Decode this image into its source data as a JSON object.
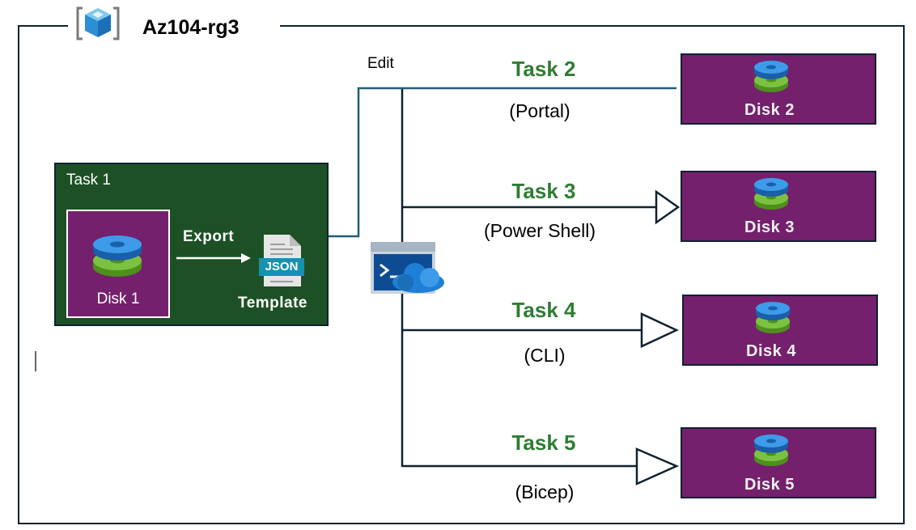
{
  "resource_group": {
    "name": "Az104-rg3",
    "icon": "resource-group-cube-icon"
  },
  "task1": {
    "label": "Task 1",
    "disk_label": "Disk 1",
    "export_label": "Export",
    "json_label": "JSON",
    "template_label": "Template"
  },
  "edit_label": "Edit",
  "cloud_shell": {
    "icon": "cloud-shell-icon"
  },
  "tasks": [
    {
      "title": "Task 2",
      "method": "(Portal)",
      "disk": "Disk 2"
    },
    {
      "title": "Task 3",
      "method": "(Power Shell)",
      "disk": "Disk 3"
    },
    {
      "title": "Task 4",
      "method": "(CLI)",
      "disk": "Disk 4"
    },
    {
      "title": "Task 5",
      "method": "(Bicep)",
      "disk": "Disk 5"
    }
  ],
  "colors": {
    "frame": "#0f2230",
    "task1_bg": "#1d5125",
    "disk_bg": "#74206c",
    "task_title": "#2e7d32",
    "edit_line": "#1f5e7a",
    "disk_top": "#1f7fd6",
    "disk_bottom": "#7cc242"
  }
}
